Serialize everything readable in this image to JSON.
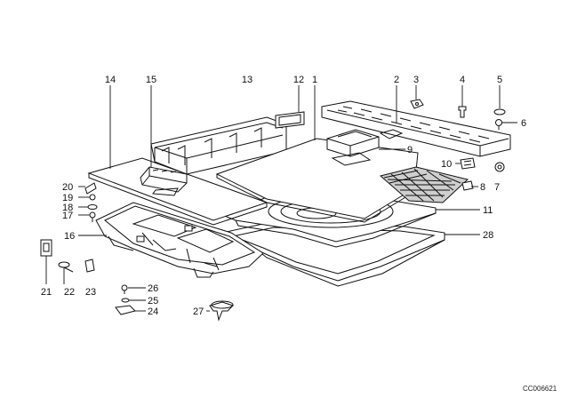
{
  "diagram": {
    "labels": {
      "l1": "1",
      "l2": "2",
      "l3": "3",
      "l4": "4",
      "l5": "5",
      "l6": "6",
      "l7": "7",
      "l8": "8",
      "l9": "9",
      "l10": "10",
      "l11": "11",
      "l12": "12",
      "l13": "13",
      "l14": "14",
      "l15": "15",
      "l16": "16",
      "l17": "17",
      "l18": "18",
      "l19": "19",
      "l20": "20",
      "l21": "21",
      "l22": "22",
      "l23": "23",
      "l24": "24",
      "l25": "25",
      "l26": "26",
      "l27": "27",
      "l28": "28"
    },
    "code": "CC006621"
  }
}
